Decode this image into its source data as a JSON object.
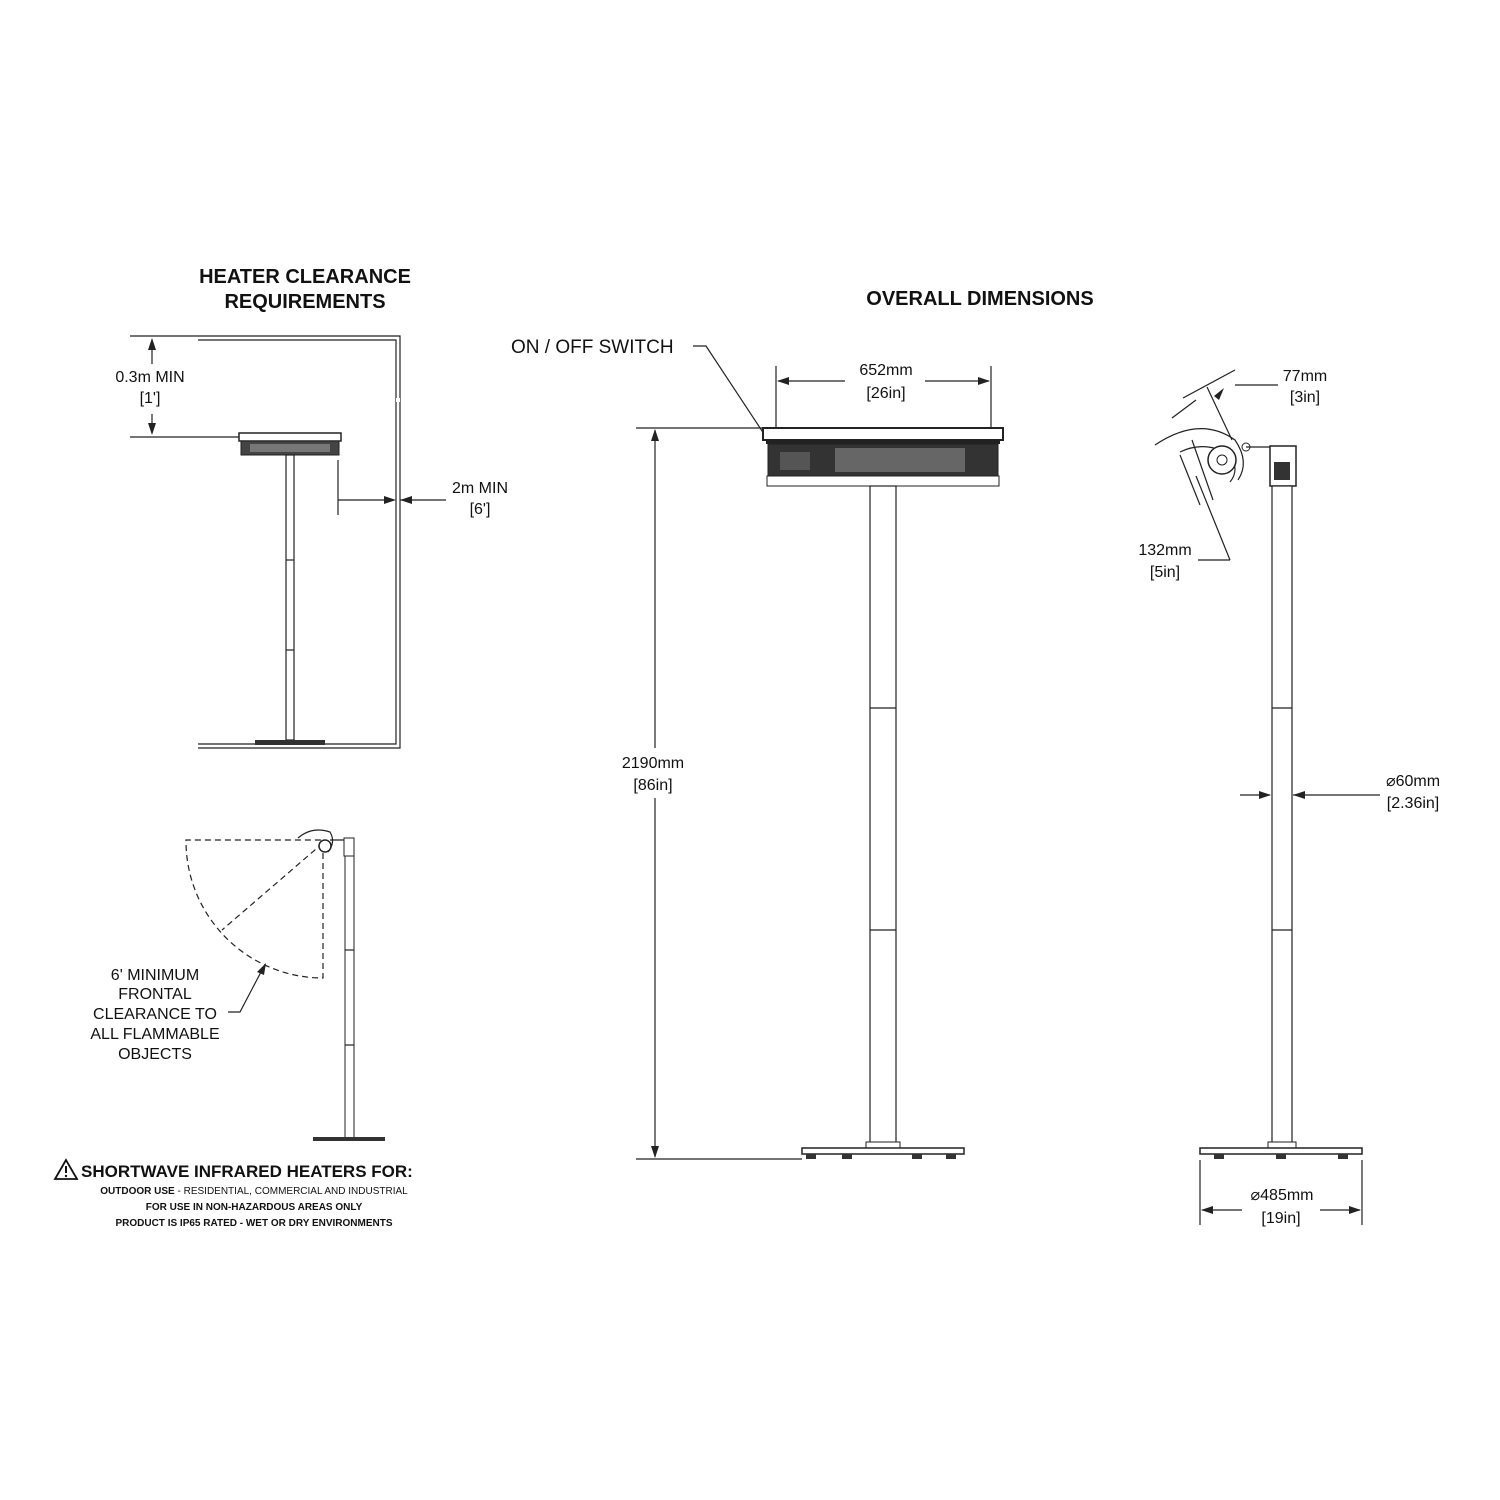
{
  "clearance": {
    "title_line1": "HEATER CLEARANCE",
    "title_line2": "REQUIREMENTS",
    "top_min": "0.3m MIN",
    "top_min_imperial": "1'",
    "side_min": "2m MIN",
    "side_min_imperial": "6'",
    "frontal_note": [
      "6' MINIMUM",
      "FRONTAL",
      "CLEARANCE TO",
      "ALL FLAMMABLE",
      "OBJECTS"
    ]
  },
  "overall": {
    "title": "OVERALL DIMENSIONS",
    "switch_label": "ON / OFF SWITCH",
    "width": "652mm",
    "width_imperial": "26in",
    "height": "2190mm",
    "height_imperial": "86in",
    "depth": "77mm",
    "depth_imperial": "3in",
    "head_height": "132mm",
    "head_height_imperial": "5in",
    "pole_diameter": "60mm",
    "pole_diameter_imperial": "2.36in",
    "base_diameter": "485mm",
    "base_diameter_imperial": "19in"
  },
  "warning": {
    "title": "SHORTWAVE INFRARED HEATERS FOR:",
    "line1_bold": "OUTDOOR USE",
    "line1_rest": " - RESIDENTIAL, COMMERCIAL AND INDUSTRIAL",
    "line2": "FOR USE IN NON-HAZARDOUS AREAS ONLY",
    "line3": "PRODUCT IS IP65 RATED - WET OR DRY ENVIRONMENTS"
  }
}
